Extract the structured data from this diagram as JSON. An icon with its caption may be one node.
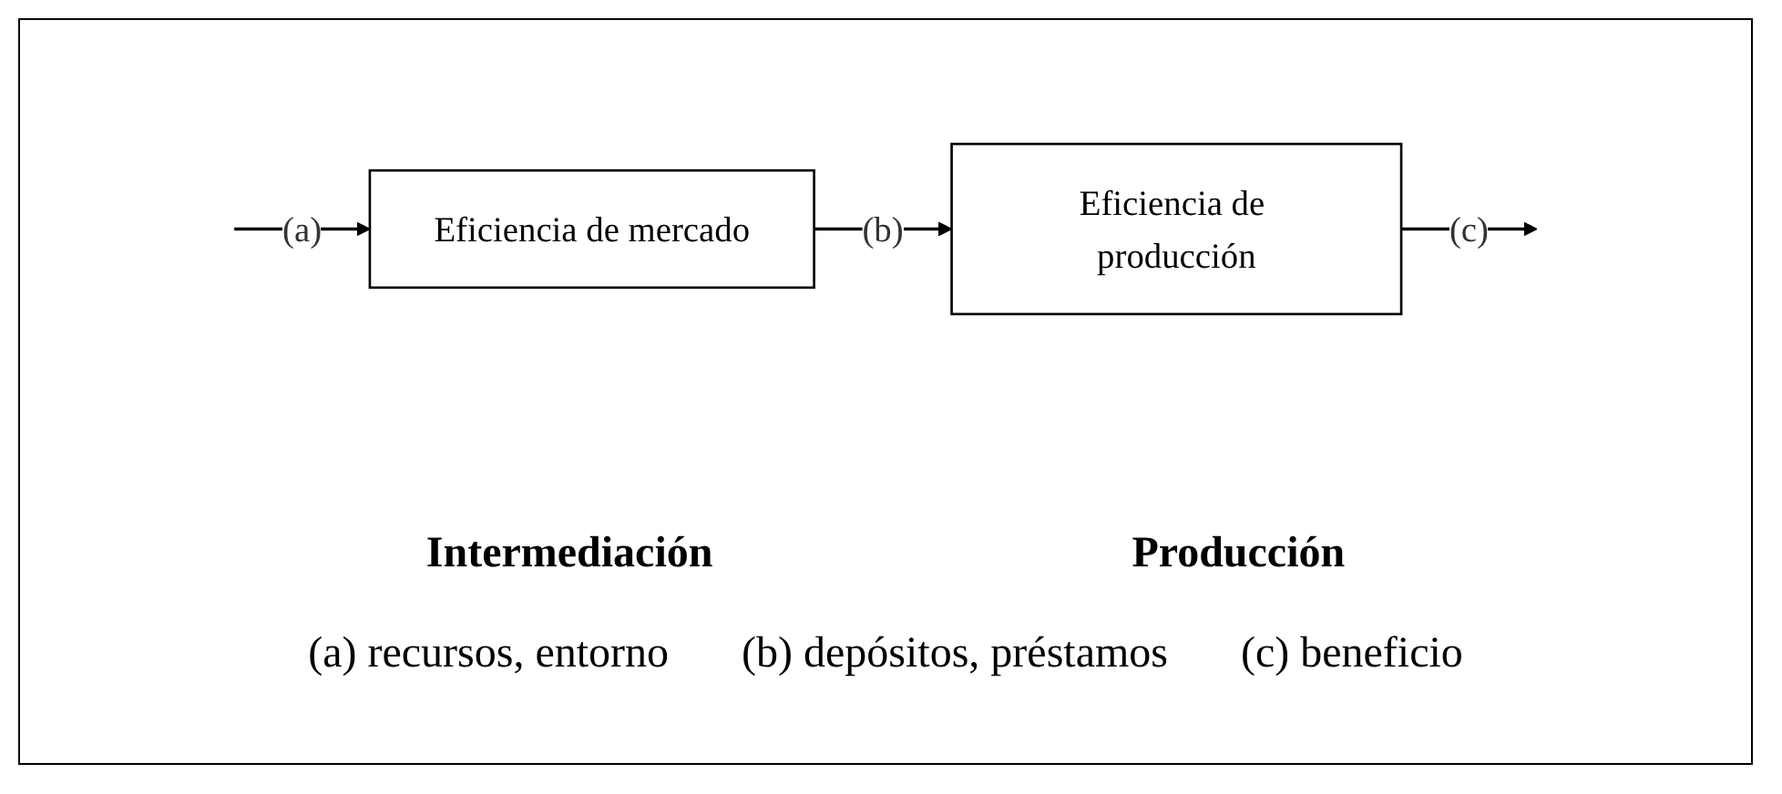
{
  "diagram": {
    "nodes": [
      {
        "text": [
          "Eficiencia de mercado"
        ]
      },
      {
        "text": [
          "Eficiencia de producción"
        ]
      }
    ],
    "edges": [
      {
        "from": null,
        "to": 0,
        "arrow": "to",
        "label": "(a)"
      },
      {
        "from": 0,
        "to": 1,
        "arrow": "to",
        "label": "(b)"
      },
      {
        "from": 1,
        "to": null,
        "arrow": "to",
        "label": "(c)"
      }
    ],
    "labels": [
      "Intermediación",
      "Producción",
      "(a) recursos, entorno",
      "(b) depósitos, préstamos",
      "(c) beneficio"
    ]
  }
}
